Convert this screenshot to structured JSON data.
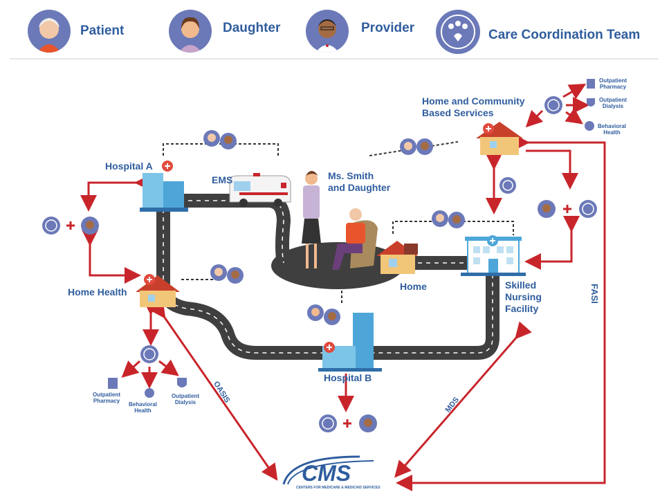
{
  "legend": {
    "patient": "Patient",
    "daughter": "Daughter",
    "provider": "Provider",
    "care_team": "Care Coordination Team"
  },
  "labels": {
    "hospital_a": "Hospital A",
    "ems": "EMS",
    "ms_smith": "Ms. Smith\nand Daughter",
    "hcbs": "Home and Community\nBased Services",
    "home_health": "Home Health",
    "home": "Home",
    "snf": "Skilled\nNursing\nFacility",
    "hospital_b": "Hospital B",
    "fasi": "FASI",
    "oasis": "OASIS",
    "mds": "MDS",
    "cms": "CMS",
    "cms_sub": "CENTERS FOR MEDICARE & MEDICAID SERVICES"
  },
  "hh_services": {
    "pharmacy": "Outpatient\nPharmacy",
    "behavioral": "Behavioral\nHealth",
    "dialysis": "Outpatient\nDialysis"
  },
  "hcbs_services": {
    "pharmacy": "Outpatient\nPharmacy",
    "dialysis": "Outpatient\nDialysis",
    "behavioral": "Behavioral\nHealth"
  },
  "colors": {
    "label_blue": "#2f5d9e",
    "arrow_red": "#c8252b",
    "road": "#3f3f3f",
    "avatar_purple": "#6b79b8"
  }
}
